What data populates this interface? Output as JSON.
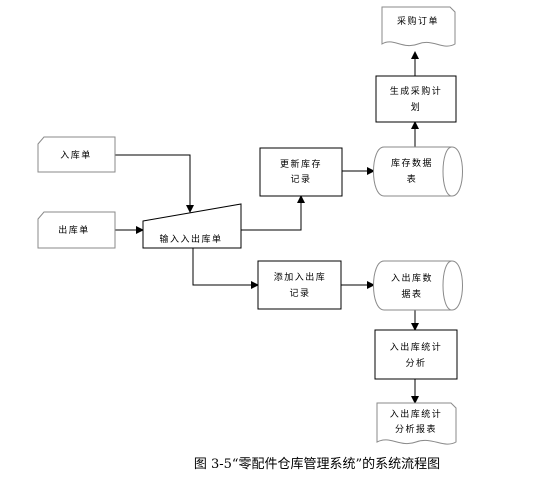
{
  "nodes": {
    "purchase_order": "采购订单",
    "generate_purchase_plan": [
      "生成采购计",
      "划"
    ],
    "stock_in_form": "入库单",
    "stock_out_form": "出库单",
    "input_in_out_form": "输入入出库单",
    "update_stock_record": [
      "更新库存",
      "记录"
    ],
    "stock_data_table": [
      "库存数据",
      "表"
    ],
    "add_in_out_record": [
      "添加入出库",
      "记录"
    ],
    "in_out_data_table": [
      "入出库数",
      "据表"
    ],
    "in_out_statistics_analysis": [
      "入出库统计",
      "分析"
    ],
    "in_out_statistics_report": [
      "入出库统计",
      "分析报表"
    ]
  },
  "caption": "图 3-5“零配件仓库管理系统”的系统流程图"
}
